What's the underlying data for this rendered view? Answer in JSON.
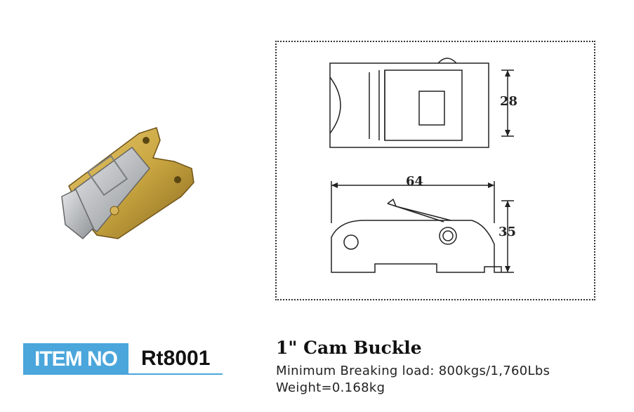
{
  "product": {
    "item_label": "ITEM NO",
    "item_number": "Rt8001",
    "title": "1\" Cam Buckle",
    "specs": [
      "Minimum Breaking load: 800kgs/1,760Lbs",
      "Weight=0.168kg"
    ]
  },
  "drawing": {
    "dim_height_top": "28",
    "dim_width": "64",
    "dim_height_side": "35"
  },
  "colors": {
    "accent": "#4aa6db",
    "zinc_gold": "#c9a640",
    "steel": "#b9bcbf"
  }
}
